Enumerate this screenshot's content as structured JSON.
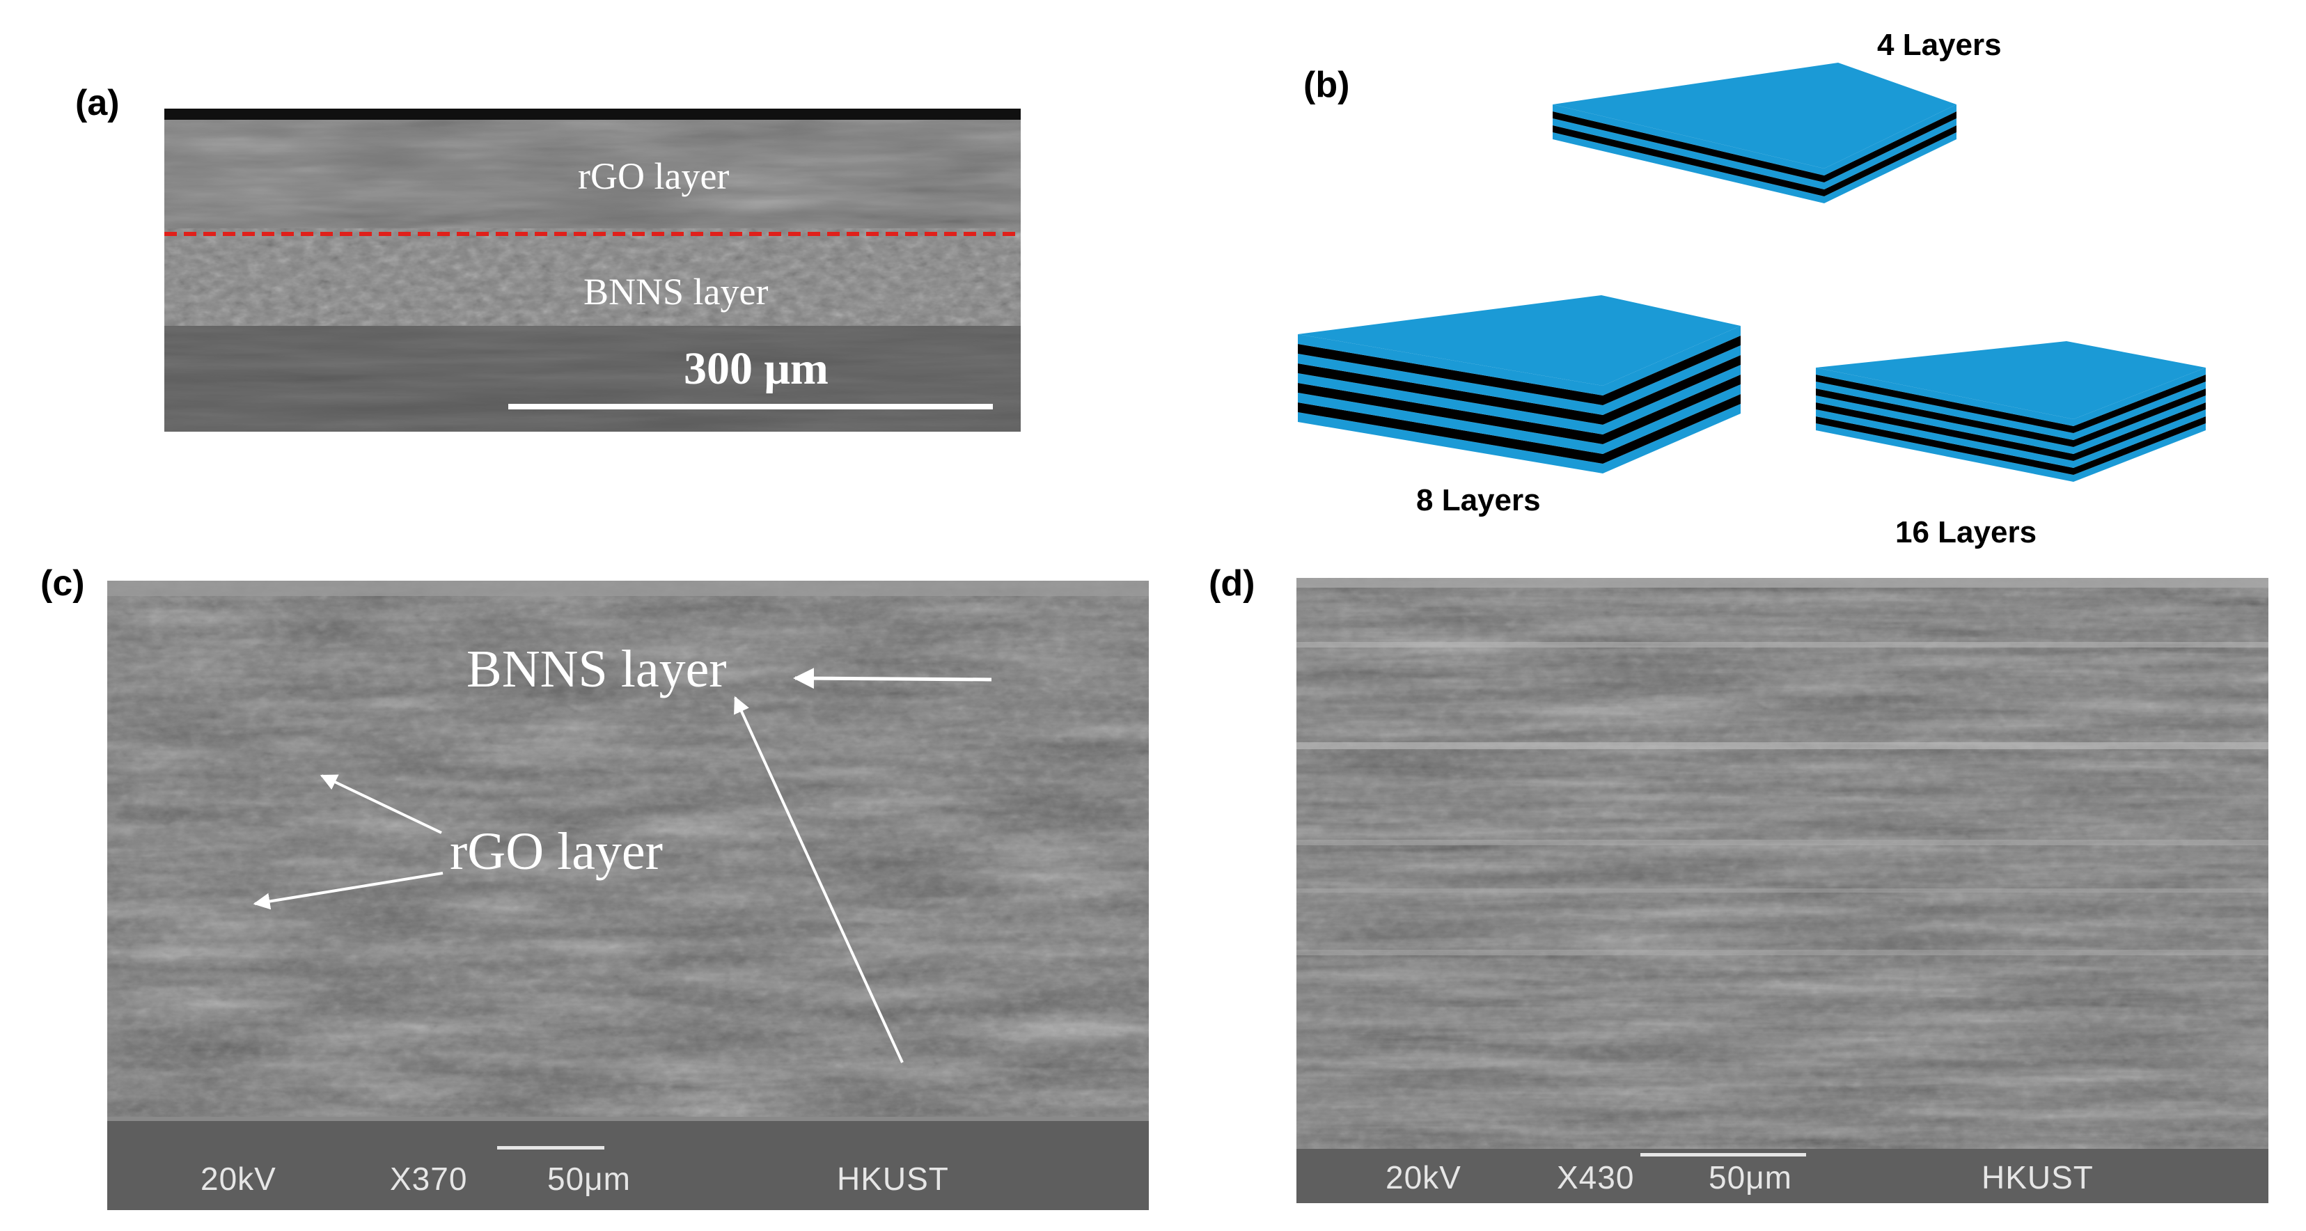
{
  "panels": {
    "a": {
      "label": "(a)",
      "top_label": "rGO layer",
      "bottom_label": "BNNS layer",
      "scale_text": "300 μm"
    },
    "b": {
      "label": "(b)",
      "stacks": [
        {
          "label": "4 Layers",
          "layers": 4
        },
        {
          "label": "8 Layers",
          "layers": 8
        },
        {
          "label": "16 Layers",
          "layers": 16
        }
      ],
      "colors": {
        "sheet": "#1b9ad6",
        "interlayer": "#000000"
      }
    },
    "c": {
      "label": "(c)",
      "annotation_bnns": "BNNS layer",
      "annotation_rgo": "rGO layer",
      "info": {
        "voltage": "20kV",
        "magnification": "X370",
        "scale": "50μm",
        "institution": "HKUST"
      }
    },
    "d": {
      "label": "(d)",
      "info": {
        "voltage": "20kV",
        "magnification": "X430",
        "scale": "50μm",
        "institution": "HKUST"
      }
    }
  },
  "colors": {
    "dashed_interface": "#e0201a",
    "sem_gray": "#6e6e6e"
  }
}
